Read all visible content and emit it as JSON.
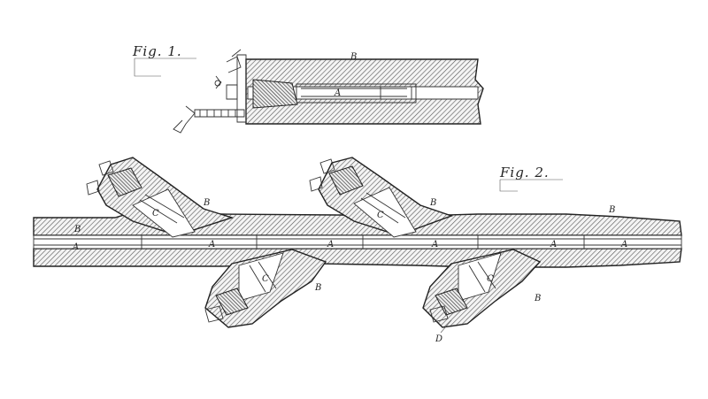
{
  "figure1": {
    "title": "Fig. 1.",
    "labels": {
      "b": "B",
      "a": "A"
    }
  },
  "figure2": {
    "title": "Fig. 2.",
    "labels": {
      "b_left": "B",
      "a_left": "A",
      "b_branch1": "B",
      "c_branch1": "C",
      "b_branch2": "B",
      "c_branch2": "C",
      "b_right": "B",
      "a_mid1": "A",
      "a_mid2": "A",
      "a_mid3": "A",
      "a_mid4": "A",
      "a_right": "A",
      "b_branch3": "B",
      "c_branch3": "C",
      "b_branch4": "B",
      "c_branch4": "C",
      "d_label": "D"
    }
  }
}
